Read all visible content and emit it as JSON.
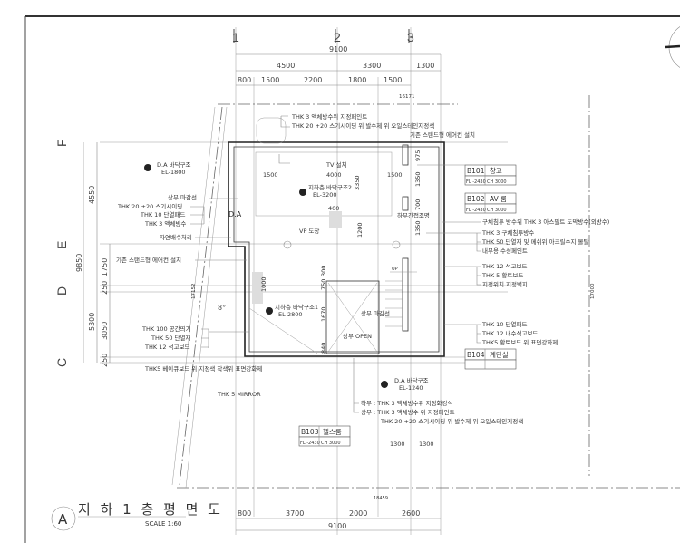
{
  "drawing": {
    "title": "지 하 1 층 평 면 도",
    "title_marker": "A",
    "scale": "SCALE 1:60",
    "grid_columns": [
      "1",
      "2",
      "3"
    ],
    "grid_rows": [
      "F",
      "E",
      "D",
      "C"
    ],
    "top_dims": {
      "total": "9100",
      "row2": [
        "4500",
        "3300",
        "1300"
      ],
      "row3": [
        "800",
        "1500",
        "2200",
        "1800",
        "1500"
      ],
      "site": "16171"
    },
    "bottom_dims": {
      "row1": [
        "800",
        "3700",
        "2000",
        "2600"
      ],
      "total": "9100",
      "site": "18459"
    },
    "left_dims": {
      "total": "9850",
      "major": [
        "4550",
        "5300"
      ],
      "minor": [
        "1750",
        "250",
        "3050",
        "250"
      ]
    },
    "side_dims": {
      "right": "17000",
      "left": "17152",
      "angle": "8°"
    },
    "inner_dims": [
      "1500",
      "4000",
      "1500",
      "3350",
      "975",
      "1350",
      "700",
      "1350",
      "1200",
      "400",
      "1000",
      "750",
      "300",
      "1670",
      "840",
      "1300",
      "1300"
    ],
    "rooms": [
      {
        "code": "B101",
        "name": "창고",
        "fl": "FL -2430",
        "ch": "CH 3000"
      },
      {
        "code": "B102",
        "name": "AV 룸",
        "fl": "FL -2430",
        "ch": "CH 3000"
      },
      {
        "code": "B103",
        "name": "헬스룸",
        "fl": "FL -2430",
        "ch": "CH 3000"
      },
      {
        "code": "B104",
        "name": "계단실",
        "fl": "",
        "ch": ""
      }
    ],
    "notes_top": [
      "THK 3 액체방수위 지정페인트",
      "THK 20 +20 스기시이딩 위 발수제 위 오일스테인지정색",
      "기존 스탠드형 에어컨 설치",
      "TV 설치",
      "하부간접조명",
      "VP 도장",
      "D.A"
    ],
    "floor_marks": [
      {
        "name": "지하층 바닥구조2",
        "el": "EL-3200"
      },
      {
        "name": "D.A 바닥구조",
        "el": "EL-1800"
      },
      {
        "name": "지하층 바닥구조1",
        "el": "EL-2800"
      },
      {
        "name": "D.A 바닥구조",
        "el": "EL-1240"
      }
    ],
    "notes_right": [
      "구체침투 방수위 THK 3 아스팔트 도막방수(외방수)",
      "THK 3 구체침투방수",
      "THK 50 단열재 및 메쉬위 아크릴수지 몰탈",
      "내부용 수성페인트",
      "THK 12 석고보드",
      "THK 5 황토보드",
      "지정위치 지정벽지",
      "THK 10 단열패드",
      "THK 12 내수석고보드",
      "THK5 황토보드 위 표면강화제"
    ],
    "notes_left": [
      "상부 마감선",
      "THK 20 +20 스기시이딩",
      "THK 10 단열패드",
      "THK 3 액체방수",
      "자연배수처리",
      "기존 스탠드형 에어컨 설치",
      "THK 100 공간띄기",
      "THK 50 단열재",
      "THK 12 석고보드",
      "THK5 베이큐보드 위 지정색 착색위 표면강화제",
      "THK 5 MIRROR"
    ],
    "notes_center": [
      "상부 마감선",
      "상부 OPEN",
      "UP"
    ],
    "notes_bottom": [
      "하부 : THK 3 액체방수위 지정화강석",
      "상부 : THK 3 액체방수 위 지정페인트",
      "THK 20 +20 스기시이딩 위 발수제 위 오일스테인지정색"
    ]
  }
}
